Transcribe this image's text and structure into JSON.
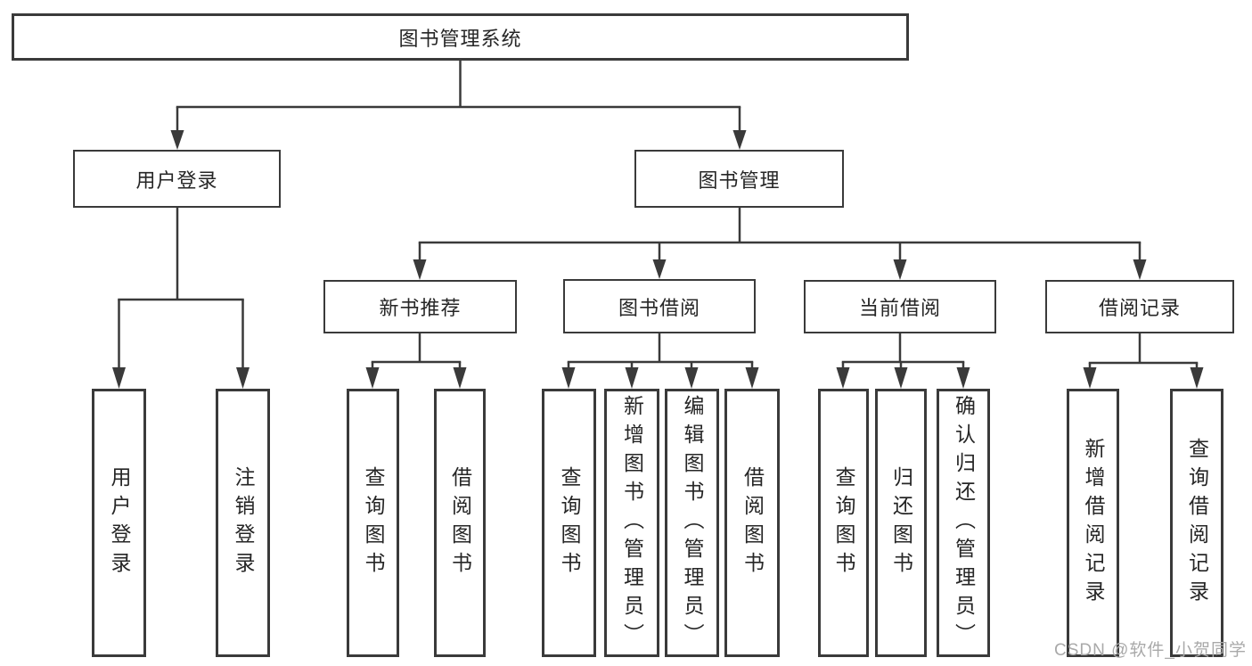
{
  "diagram": {
    "root": {
      "label": "图书管理系统"
    },
    "branches": [
      {
        "label": "用户登录",
        "children": [
          {
            "label": "用户登录"
          },
          {
            "label": "注销登录"
          }
        ]
      },
      {
        "label": "图书管理",
        "children": [
          {
            "label": "新书推荐",
            "children": [
              {
                "label": "查询图书"
              },
              {
                "label": "借阅图书"
              }
            ]
          },
          {
            "label": "图书借阅",
            "children": [
              {
                "label": "查询图书"
              },
              {
                "label": "新增图书（管理员）"
              },
              {
                "label": "编辑图书（管理员）"
              },
              {
                "label": "借阅图书"
              }
            ]
          },
          {
            "label": "当前借阅",
            "children": [
              {
                "label": "查询图书"
              },
              {
                "label": "归还图书"
              },
              {
                "label": "确认归还（管理员）"
              }
            ]
          },
          {
            "label": "借阅记录",
            "children": [
              {
                "label": "新增借阅记录"
              },
              {
                "label": "查询借阅记录"
              }
            ]
          }
        ]
      }
    ],
    "watermark": "CSDN @软件_小贺同学",
    "colors": {
      "line": "#3a3a3a",
      "text": "#262626",
      "background": "#ffffff",
      "watermark": "#a9a9a9"
    }
  }
}
